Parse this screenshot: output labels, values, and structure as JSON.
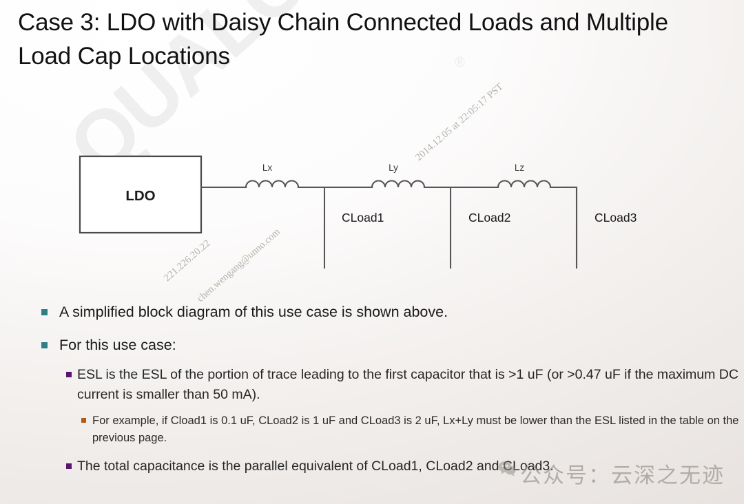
{
  "slide": {
    "title": "Case 3: LDO with Daisy Chain Connected Loads and Multiple Load Cap Locations"
  },
  "diagram": {
    "type": "circuit-schematic",
    "block_label": "LDO",
    "inductors": [
      {
        "label": "Lx"
      },
      {
        "label": "Ly"
      },
      {
        "label": "Lz"
      }
    ],
    "capacitors": [
      {
        "label": "CLoad1"
      },
      {
        "label": "CLoad2"
      },
      {
        "label": "CLoad3"
      }
    ],
    "ground_symbol": "ground-triangle"
  },
  "bullets": [
    {
      "level": 1,
      "text": "A simplified block diagram of this use case is shown above.",
      "marker_color": "#2e7f86"
    },
    {
      "level": 1,
      "text": "For this use case:",
      "marker_color": "#2e7f86"
    },
    {
      "level": 2,
      "text": "ESL is the ESL of the portion of trace leading to the first capacitor that is >1 uF (or >0.47 uF if the maximum DC current is smaller than 50 mA).",
      "marker_color": "#5b1570"
    },
    {
      "level": 3,
      "text": "For example, if Cload1 is 0.1 uF, CLoad2 is 1 uF and CLoad3 is 2 uF, Lx+Ly must be lower than the ESL listed in the table on the previous page.",
      "marker_color": "#b65a12"
    },
    {
      "level": 2,
      "text": "The total capacitance is the parallel equivalent of CLoad1, CLoad2 and CLoad3.",
      "marker_color": "#5b1570"
    }
  ],
  "watermarks": {
    "brand": "QUALCOMM",
    "registered_mark": "®",
    "diag_ip": "221.226.20.22",
    "diag_email": "chen.wengang@unno.com",
    "diag_timestamp": "2014.12.05 at 22:05:17 PST",
    "chinese": "公众号：云深之无迹",
    "wechat_icon": "wechat-icon"
  },
  "colors": {
    "bullet_l1": "#2e7f86",
    "bullet_l2": "#5b1570",
    "bullet_l3": "#b65a12",
    "text": "#1a1a1a",
    "circuit_line": "#555555",
    "background_light": "#ffffff",
    "background_dark": "#e7e2df"
  }
}
